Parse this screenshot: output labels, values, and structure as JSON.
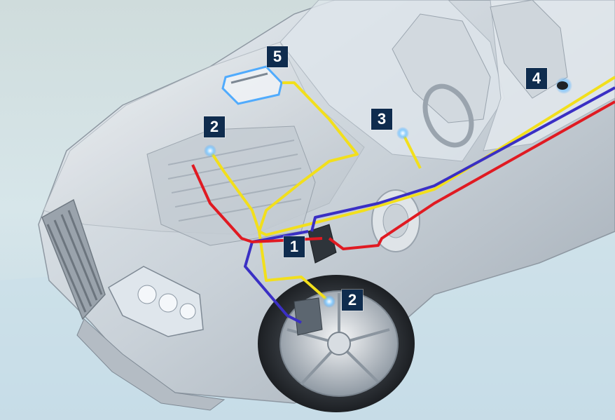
{
  "markers": {
    "m1": "1",
    "m2a": "2",
    "m2b": "2",
    "m3": "3",
    "m4": "4",
    "m5": "5"
  },
  "colors": {
    "badge_bg": "#0f2c4e",
    "badge_text": "#ffffff",
    "wire_yellow": "#f2df1c",
    "wire_blue": "#3a2fc4",
    "wire_red": "#e01a22",
    "sensor_glow": "#49a9ff"
  }
}
